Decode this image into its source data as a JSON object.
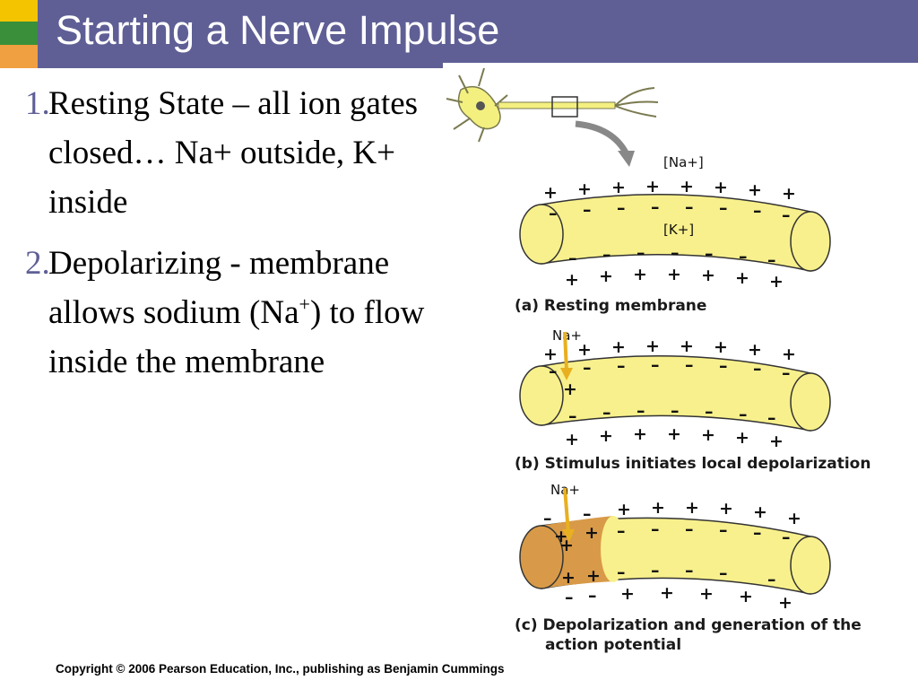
{
  "slide": {
    "title": "Starting a Nerve Impulse",
    "bullets": [
      {
        "number": "1.",
        "text": "Resting State – all ion gates closed… Na+ outside, K+ inside"
      },
      {
        "number": "2.",
        "text_before": "Depolarizing - membrane allows sodium (Na",
        "superscript": "+",
        "text_after": ") to flow inside the membrane"
      }
    ],
    "copyright": "Copyright © 2006 Pearson Education, Inc., publishing as Benjamin Cummings",
    "accent_colors": {
      "title_bar": "#5f5f96",
      "strip_top": "#f5c400",
      "strip_mid": "#3a8f3a",
      "strip_bottom": "#f0a040"
    }
  },
  "figure": {
    "panels": [
      {
        "caption": "(a) Resting membrane",
        "outside_label": "[Na+]",
        "inside_label": "[K+]"
      },
      {
        "caption": "(b) Stimulus initiates local depolarization",
        "ion_label": "Na+"
      },
      {
        "caption_line1": "(c) Depolarization and generation of the",
        "caption_line2": "action potential",
        "ion_label": "Na+"
      }
    ],
    "colors": {
      "axon": "#f8f08c",
      "axon_depolarized": "#d89a48",
      "arrow": "#e8b020",
      "neuron": "#f4f080"
    }
  }
}
